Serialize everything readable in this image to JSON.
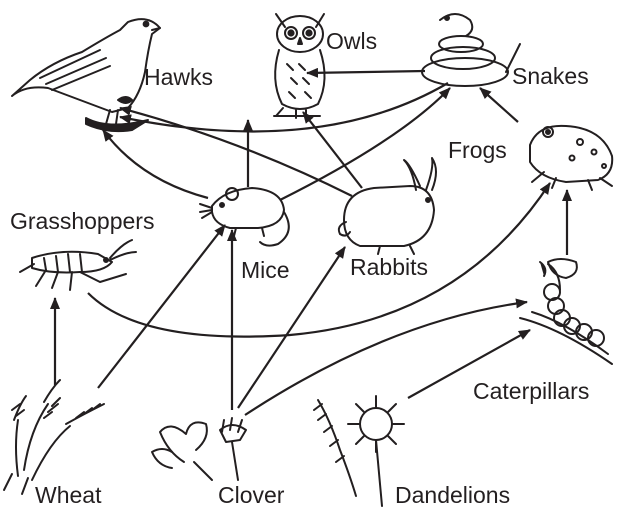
{
  "organisms": {
    "hawks": "Hawks",
    "owls": "Owls",
    "snakes": "Snakes",
    "frogs": "Frogs",
    "grasshoppers": "Grasshoppers",
    "mice": "Mice",
    "rabbits": "Rabbits",
    "caterpillars": "Caterpillars",
    "wheat": "Wheat",
    "clover": "Clover",
    "dandelions": "Dandelions"
  },
  "links": [
    {
      "from": "wheat",
      "to": "grasshoppers"
    },
    {
      "from": "wheat",
      "to": "mice"
    },
    {
      "from": "clover",
      "to": "mice"
    },
    {
      "from": "clover",
      "to": "rabbits"
    },
    {
      "from": "clover",
      "to": "caterpillars"
    },
    {
      "from": "dandelions",
      "to": "caterpillars"
    },
    {
      "from": "grasshoppers",
      "to": "frogs"
    },
    {
      "from": "caterpillars",
      "to": "frogs"
    },
    {
      "from": "frogs",
      "to": "snakes"
    },
    {
      "from": "snakes",
      "to": "owls"
    },
    {
      "from": "snakes",
      "to": "hawks"
    },
    {
      "from": "mice",
      "to": "owls"
    },
    {
      "from": "mice",
      "to": "hawks"
    },
    {
      "from": "mice",
      "to": "snakes"
    },
    {
      "from": "rabbits",
      "to": "owls"
    },
    {
      "from": "rabbits",
      "to": "hawks"
    }
  ],
  "colors": {
    "ink": "#231f20",
    "background": "#ffffff"
  }
}
